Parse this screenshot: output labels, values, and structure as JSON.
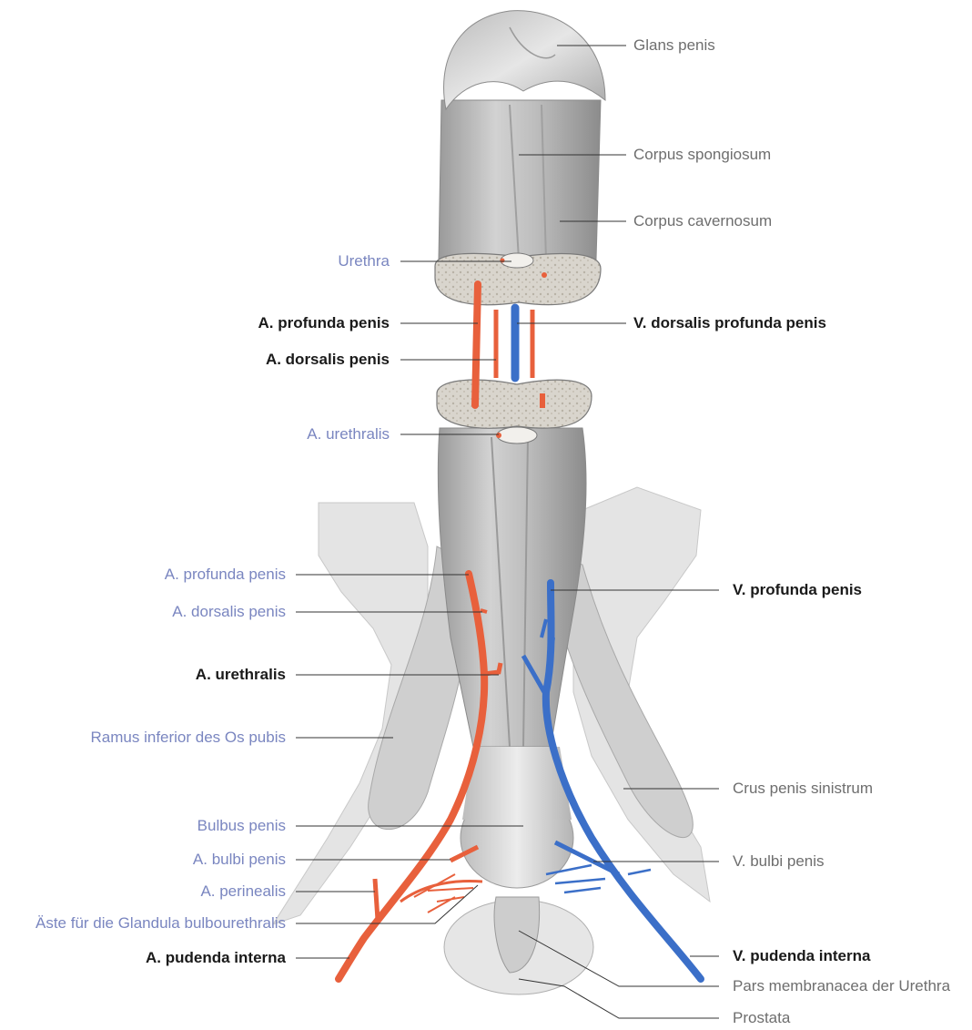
{
  "labels": {
    "glans_penis": "Glans penis",
    "corpus_spongiosum": "Corpus spongiosum",
    "corpus_cavernosum": "Corpus cavernosum",
    "urethra": "Urethra",
    "a_profunda_penis_top": "A. profunda penis",
    "v_dorsalis_profunda_penis": "V. dorsalis profunda penis",
    "a_dorsalis_penis_top": "A. dorsalis penis",
    "a_urethralis_top": "A. urethralis",
    "a_profunda_penis_mid": "A. profunda penis",
    "v_profunda_penis": "V. profunda penis",
    "a_dorsalis_penis_mid": "A. dorsalis penis",
    "a_urethralis_mid": "A. urethralis",
    "ramus_inferior": "Ramus inferior des Os pubis",
    "crus_penis_sinistrum": "Crus penis sinistrum",
    "bulbus_penis": "Bulbus penis",
    "a_bulbi_penis": "A. bulbi penis",
    "v_bulbi_penis": "V. bulbi penis",
    "a_perinealis": "A. perinealis",
    "aeste_glandula": "Äste für die Glandula bulbourethralis",
    "a_pudenda_interna": "A. pudenda interna",
    "v_pudenda_interna": "V. pudenda interna",
    "pars_membranacea": "Pars membranacea der Urethra",
    "prostata": "Prostata"
  },
  "colors": {
    "artery": "#e8603c",
    "vein": "#3b6fc8",
    "tissue": "#c9c9c9",
    "bone": "#e3e3e3",
    "section": "#d8d4cc",
    "leader": "#333333",
    "label_gray": "#6e6e6e",
    "label_blue": "#7a86c0",
    "label_black": "#1a1a1a"
  }
}
